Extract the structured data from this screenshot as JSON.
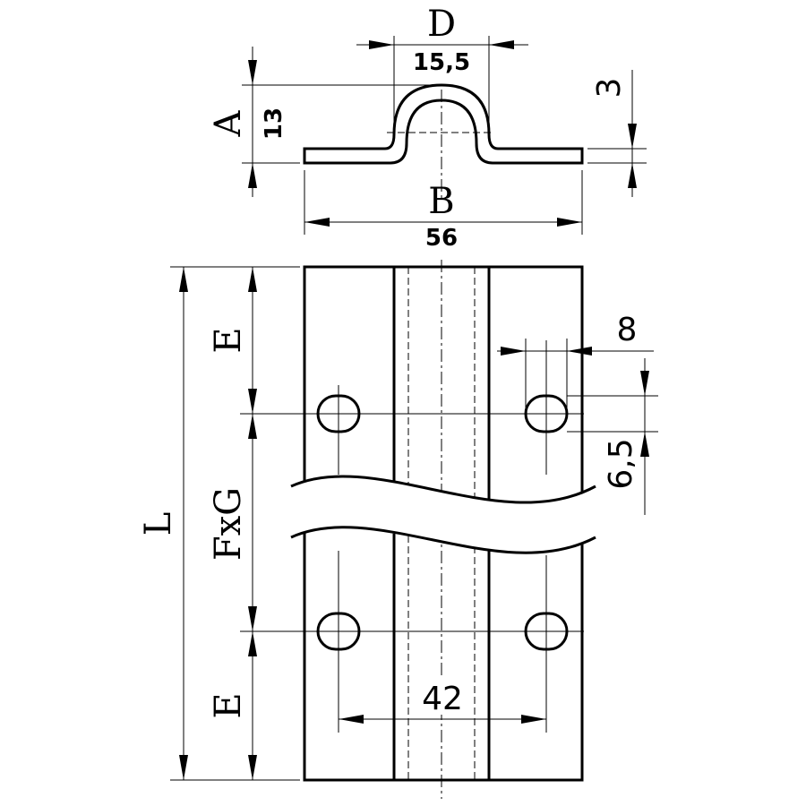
{
  "profile_view": {
    "label_d": "D",
    "value_d": "15,5",
    "label_a": "A",
    "value_a": "13",
    "value_thickness": "3",
    "label_b": "B",
    "value_b": "56"
  },
  "plan_view": {
    "label_l": "L",
    "label_e_top": "E",
    "label_fxg": "FxG",
    "label_e_bottom": "E",
    "value_slot_length": "8",
    "value_slot_width": "6,5",
    "value_hole_spacing": "42"
  }
}
